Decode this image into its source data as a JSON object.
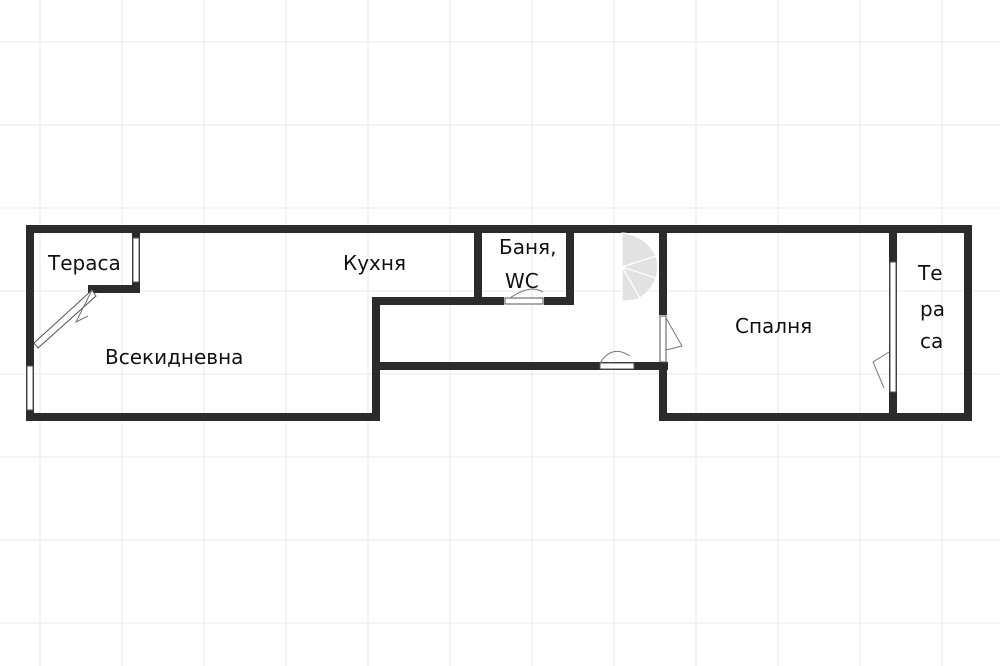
{
  "rooms": {
    "terrace_left": "Тераса",
    "kitchen": "Кухня",
    "bathroom_line1": "Баня,",
    "bathroom_line2": "WC",
    "living_room": "Всекидневна",
    "bedroom": "Спалня",
    "terrace_right_line1": "Те",
    "terrace_right_line2": "ра",
    "terrace_right_line3": "са"
  },
  "colors": {
    "wall": "#2b2b2b",
    "grid": "#e9e9e9",
    "background": "#ffffff"
  }
}
